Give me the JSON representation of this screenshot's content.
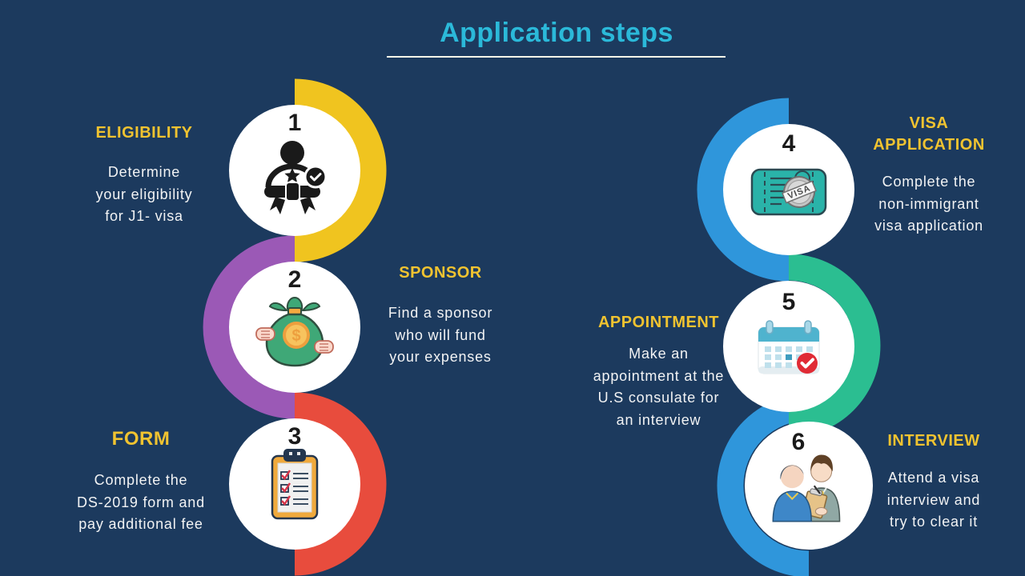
{
  "title": "Application steps",
  "steps": [
    {
      "number": "1",
      "heading": "ELIGIBILITY",
      "body": "Determine\nyour eligibility\nfor J1- visa",
      "icon": "diploma-person-check-icon",
      "arc_color": "#F0C41F",
      "arc_side": "right"
    },
    {
      "number": "2",
      "heading": "SPONSOR",
      "body": "Find a sponsor\nwho will fund\nyour expenses",
      "icon": "money-bag-icon",
      "arc_color": "#9B59B6",
      "arc_side": "left"
    },
    {
      "number": "3",
      "heading": "FORM",
      "body": "Complete the\nDS-2019 form and\npay additional fee",
      "icon": "checklist-clipboard-icon",
      "arc_color": "#E84C3D",
      "arc_side": "right"
    },
    {
      "number": "4",
      "heading": "VISA\nAPPLICATION",
      "body": "Complete the\nnon-immigrant\nvisa application",
      "icon": "visa-ticket-icon",
      "arc_color": "#2F96DB",
      "arc_side": "left"
    },
    {
      "number": "5",
      "heading": "APPOINTMENT",
      "body": "Make an\nappointment at the\nU.S consulate for\nan interview",
      "icon": "calendar-check-icon",
      "arc_color": "#2BBE91",
      "arc_side": "right"
    },
    {
      "number": "6",
      "heading": "INTERVIEW",
      "body": "Attend a visa\ninterview and\ntry to clear it",
      "icon": "interview-people-icon",
      "arc_color": "#2F96DB",
      "arc_side": "left"
    }
  ],
  "colors": {
    "background": "#1C3A5E",
    "title": "#2BB9D9",
    "underline": "#F7F7E9",
    "heading": "#F0C330",
    "body_text": "#F2F3F4",
    "arc_yellow": "#F0C41F",
    "arc_purple": "#9B59B6",
    "arc_red": "#E84C3D",
    "arc_blue": "#2F96DB",
    "arc_green": "#2BBE91"
  }
}
